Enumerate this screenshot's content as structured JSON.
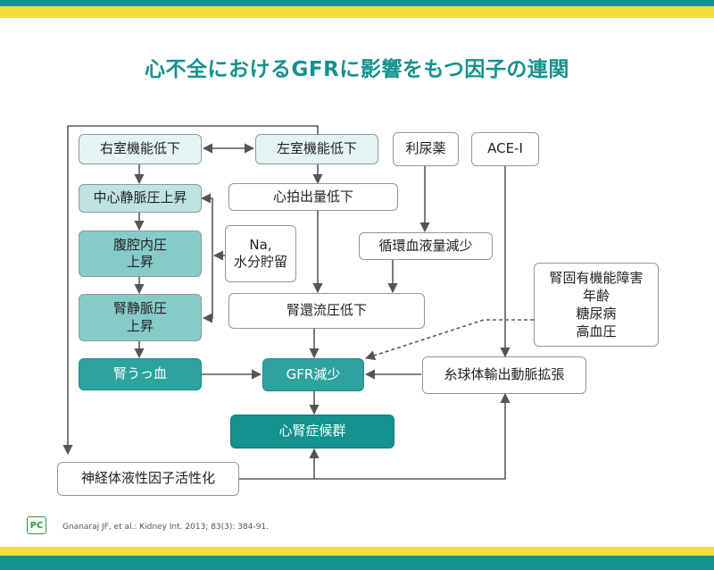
{
  "title": "心不全におけるGFRに影響をもつ因子の連関",
  "nodes": {
    "right_vent": "右室機能低下",
    "left_vent": "左室機能低下",
    "diuretic": "利尿薬",
    "acei": "ACE-I",
    "cvp": "中心静脈圧上昇",
    "cardiac_output": "心拍出量低下",
    "na_line1": "Na,",
    "na_line2": "水分貯留",
    "circ_volume": "循環血液量減少",
    "abd_line1": "腹腔内圧",
    "abd_line2": "上昇",
    "renal_vein_line1": "腎静脈圧",
    "renal_vein_line2": "上昇",
    "renal_perf": "腎還流圧低下",
    "risk_line1": "腎固有機能障害",
    "risk_line2": "年齢",
    "risk_line3": "糖尿病",
    "risk_line4": "高血圧",
    "renal_congestion": "腎うっ血",
    "gfr": "GFR減少",
    "efferent": "糸球体輸出動脈拡張",
    "cardiorenal": "心腎症候群",
    "neurohumoral": "神経体液性因子活性化"
  },
  "reference": "Gnanaraj JF, et al.: Kidney Int. 2013; 83(3): 384-91.",
  "logo_text": "PC",
  "colors": {
    "accent": "#13928e",
    "top_band": "#13928e",
    "yellow_band": "#f5dc3c"
  }
}
